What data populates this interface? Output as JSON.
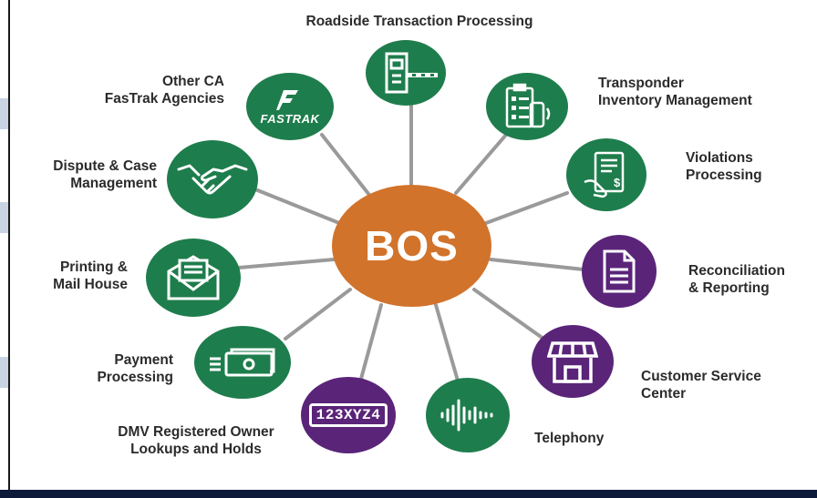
{
  "hub": {
    "label": "BOS"
  },
  "nodes": {
    "roadside": {
      "label": "Roadside Transaction Processing",
      "color": "green",
      "icon": "toll-booth-icon"
    },
    "transponder": {
      "label": "Transponder\nInventory Management",
      "color": "green",
      "icon": "transponder-inventory-icon"
    },
    "violations": {
      "label": "Violations\nProcessing",
      "color": "green",
      "icon": "invoice-hand-icon"
    },
    "reconciliation": {
      "label": "Reconciliation\n& Reporting",
      "color": "purple",
      "icon": "document-icon"
    },
    "customer_service": {
      "label": "Customer Service\nCenter",
      "color": "purple",
      "icon": "storefront-icon"
    },
    "telephony": {
      "label": "Telephony",
      "color": "green",
      "icon": "sound-wave-icon"
    },
    "dmv": {
      "label": "DMV Registered Owner\nLookups and Holds",
      "color": "purple",
      "icon": "license-plate-icon",
      "plate_text": "123XYZ4"
    },
    "payment": {
      "label": "Payment\nProcessing",
      "color": "green",
      "icon": "cash-icon"
    },
    "printing": {
      "label": "Printing &\nMail House",
      "color": "green",
      "icon": "envelope-icon"
    },
    "dispute": {
      "label": "Dispute & Case\nManagement",
      "color": "green",
      "icon": "handshake-icon"
    },
    "fastrak": {
      "label": "Other CA\nFasTrak Agencies",
      "color": "green",
      "icon": "fastrak-logo-icon",
      "logo_text": "FasTrak"
    }
  },
  "colors": {
    "hub": "#d2732b",
    "green": "#1e7d4c",
    "purple": "#5a2479",
    "spoke": "#9a9a9a"
  }
}
